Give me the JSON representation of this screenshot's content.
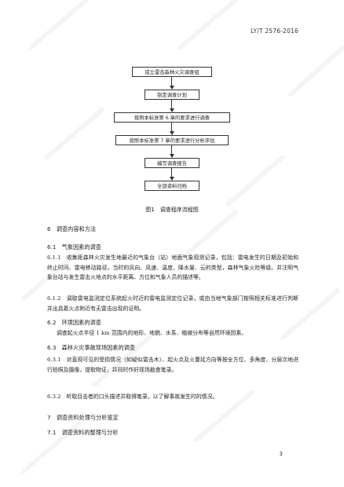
{
  "header": {
    "standard_code": "LY/T 2576-2016"
  },
  "flowchart": {
    "boxes": [
      "成立雷击森林火灾调查组",
      "制定调查计划",
      "按照本标准第 6 章的要求进行调查",
      "按照本标准第 7 章的要求进行分析评估",
      "编写调查报告",
      "全部资料归档"
    ],
    "caption": "图1　调查程序流程图"
  },
  "sections": {
    "s6": "6　调查内容和方法",
    "s6_1": "6.1　气象因素的调查",
    "p6_1_1": "6.1.1　收集距森林火灾发生地最近的气象台（站）地面气象观测记录，包括：雷电发生的日期及初始和终止时间、雷电移动路径，当时的风向、风速、温度、降水量、云的类型，森林气象火险等级。并注明气象台站与发生雷击火地点的水平距离、方位和气象人员的描述等。",
    "p6_1_2": "6.1.2　调取雷电监测定位系统起火时近的雷电监测定位记录，或由当地气象部门按照相关标准进行判断并出具着火点附近有无雷击出现的证明。",
    "s6_2": "6.2　环境因素的调查",
    "p6_2": "调查起火点半径 1 km 范围内的地形、地貌、水系、植被分布等自然环境因素。",
    "s6_3": "6.3　森林火灾事故现场因素的调查",
    "p6_3_1": "6.3.1　对直观可见的受损情况（如疑似雷击木）、起火点及火蔓延方向等按全方位、多角度、分层次地进行拍照及摄像，提取物证，并同时作好现场勘查笔录。",
    "p6_3_2": "6.3.2　听取目击者的口头描述并取得笔录，以了解事故发生时的情况。",
    "s7": "7　调查资料处理与分析鉴定",
    "s7_1": "7.1　调查资料的整理与分析"
  },
  "footer": {
    "page_number": "3"
  }
}
